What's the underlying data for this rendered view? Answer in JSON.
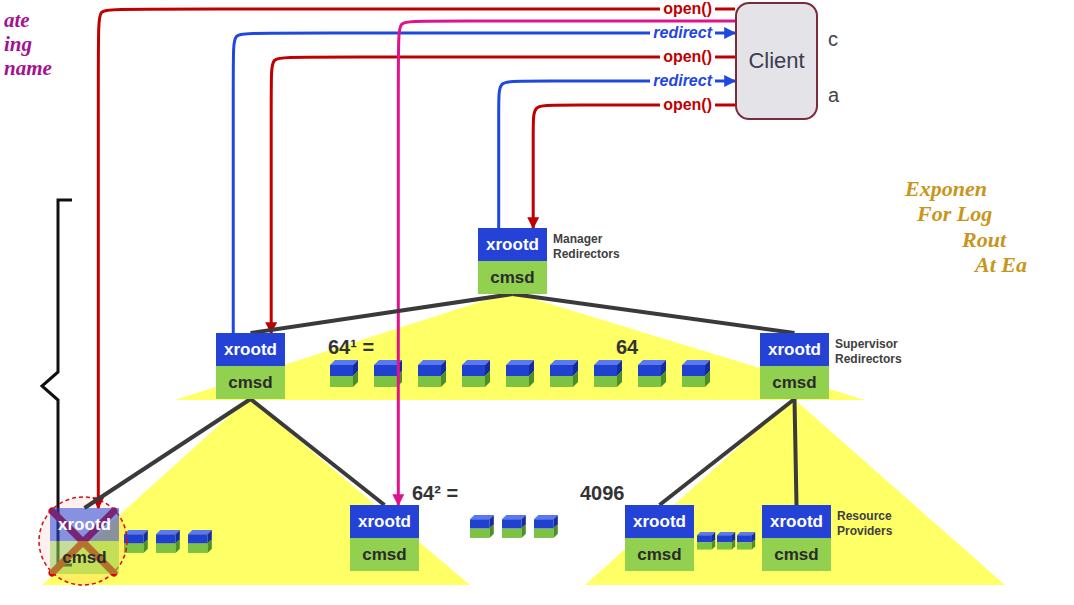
{
  "diagram": {
    "nodes": [
      {
        "text": [
          "Client"
        ]
      },
      {
        "text": [
          "xrootd",
          "cmsd",
          "Manager Redirectors"
        ]
      },
      {
        "text": [
          "xrootd",
          "cmsd"
        ]
      },
      {
        "text": [
          "xrootd",
          "cmsd",
          "Supervisor Redirectors"
        ]
      },
      {
        "text": [
          "xrootd",
          "cmsd"
        ]
      },
      {
        "text": [
          "xrootd",
          "cmsd"
        ]
      },
      {
        "text": [
          "xrootd",
          "cmsd"
        ]
      },
      {
        "text": [
          "xrootd",
          "cmsd",
          "Resource Providers"
        ]
      }
    ],
    "edges": [
      {
        "from": 0,
        "to": 4,
        "label": "open()",
        "arrow": "to"
      },
      {
        "from": 2,
        "to": 0,
        "label": "redirect",
        "arrow": "to"
      },
      {
        "from": 0,
        "to": 2,
        "label": "open()",
        "arrow": "to"
      },
      {
        "from": 1,
        "to": 0,
        "label": "redirect",
        "arrow": "to"
      },
      {
        "from": 0,
        "to": 1,
        "label": "open()",
        "arrow": "to"
      },
      {
        "from": 0,
        "to": 5,
        "arrow": "to"
      },
      {
        "from": 1,
        "to": 2,
        "arrow": "none"
      },
      {
        "from": 1,
        "to": 3,
        "arrow": "none"
      },
      {
        "from": 2,
        "to": 4,
        "arrow": "none"
      },
      {
        "from": 2,
        "to": 5,
        "arrow": "none"
      },
      {
        "from": 3,
        "to": 6,
        "arrow": "none"
      },
      {
        "from": 3,
        "to": 7,
        "arrow": "none"
      }
    ],
    "labels": [
      "ate",
      "ing",
      "name",
      "c",
      "a",
      "Exponen",
      "For Log",
      "Rout",
      "At Ea",
      "64¹ =",
      "64",
      "64² =",
      "4096"
    ]
  }
}
